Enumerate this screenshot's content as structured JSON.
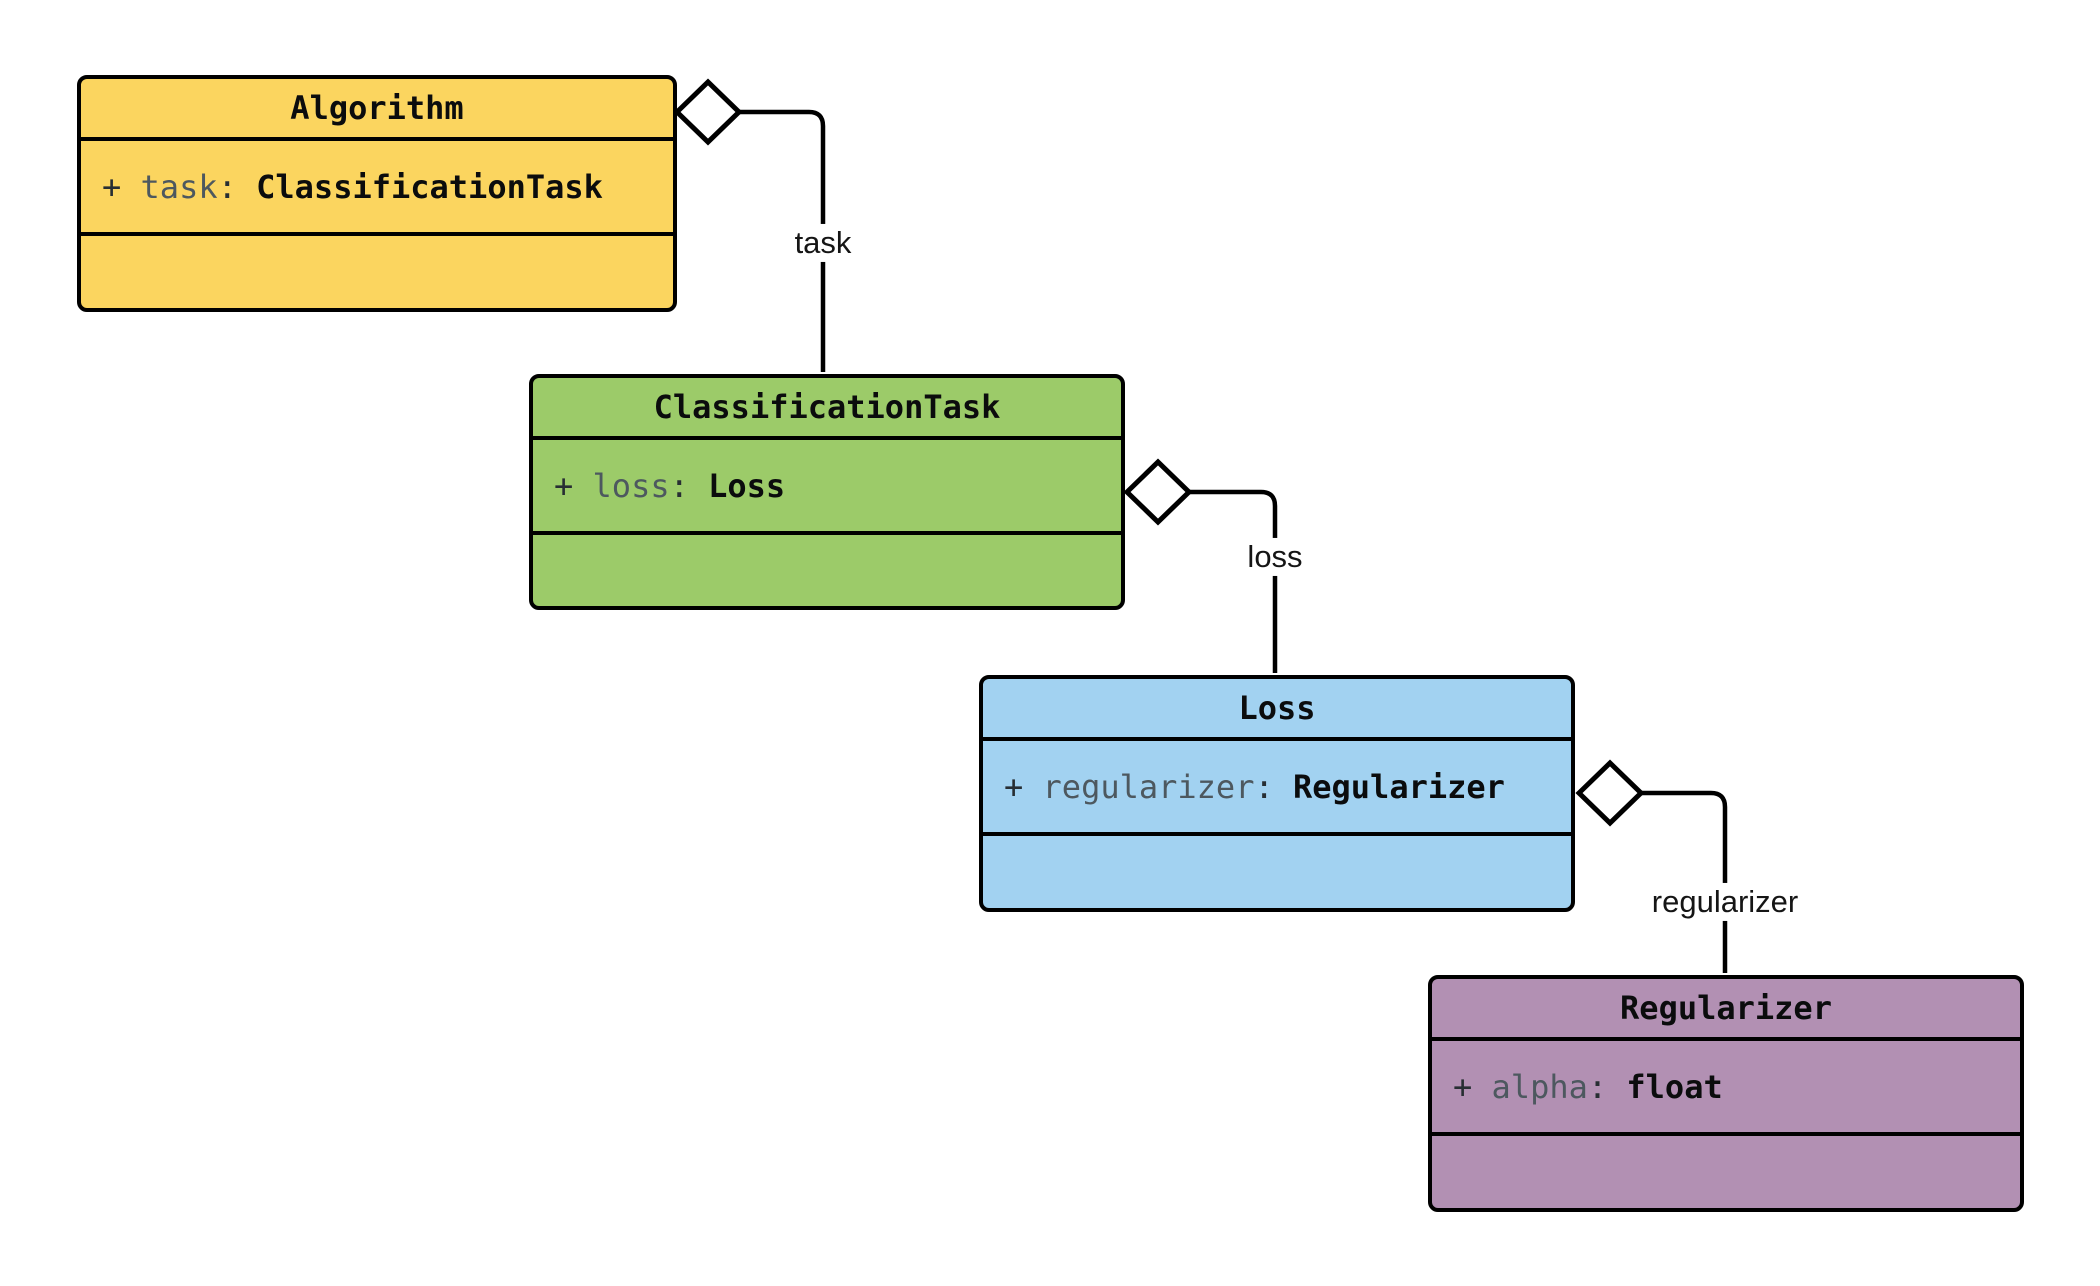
{
  "diagram_type": "uml-class-diagram",
  "classes": [
    {
      "title": "Algorithm",
      "fill": "#FBD55F",
      "attr": {
        "plus": "+ ",
        "name": "task",
        "colon": ": ",
        "type": "ClassificationTask"
      }
    },
    {
      "title": "ClassificationTask",
      "fill": "#9CCB69",
      "attr": {
        "plus": "+ ",
        "name": "loss",
        "colon": ": ",
        "type": "Loss"
      }
    },
    {
      "title": "Loss",
      "fill": "#A2D2F1",
      "attr": {
        "plus": "+ ",
        "name": "regularizer",
        "colon": ": ",
        "type": "Regularizer"
      }
    },
    {
      "title": "Regularizer",
      "fill": "#B290B3",
      "attr": {
        "plus": "+ ",
        "name": "alpha",
        "colon": ": ",
        "type": "float"
      }
    }
  ],
  "edges": [
    {
      "label": "task",
      "from": "Algorithm",
      "to": "ClassificationTask",
      "kind": "aggregation"
    },
    {
      "label": "loss",
      "from": "ClassificationTask",
      "to": "Loss",
      "kind": "aggregation"
    },
    {
      "label": "regularizer",
      "from": "Loss",
      "to": "Regularizer",
      "kind": "aggregation"
    }
  ],
  "colors": {
    "background": "#ffffff",
    "stroke": "#000000",
    "title_text": "#0b0c0d",
    "attr_name_text": "#4d585f",
    "attr_type_text": "#0b0c0d"
  }
}
